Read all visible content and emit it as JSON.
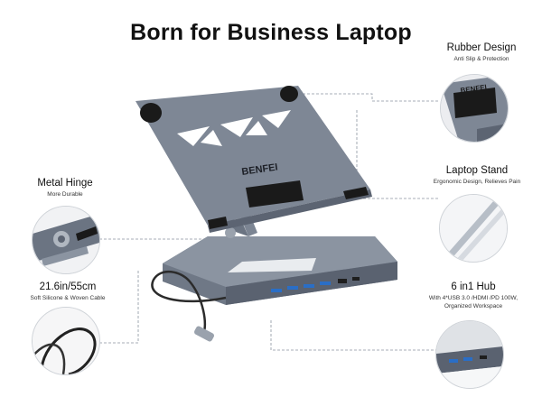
{
  "title": "Born for Business Laptop",
  "brand": "BENFEI",
  "features": {
    "rubber": {
      "heading": "Rubber Design",
      "sub": "Anti Slip & Protection",
      "brand": "BENFEI"
    },
    "metal_hinge": {
      "heading": "Metal Hinge",
      "sub": "More Durable"
    },
    "laptop_stand": {
      "heading": "Laptop Stand",
      "sub": "Ergonomic Design, Relieves Pain"
    },
    "cable": {
      "heading": "21.6in/55cm",
      "sub": "Soft Silicone & Woven Cable"
    },
    "hub": {
      "heading": "6 in1 Hub",
      "sub_line1": "With 4*USB 3.0 /HDMI /PD 100W,",
      "sub_line2": "Organized Workspace"
    }
  },
  "colors": {
    "aluminum": "#7e8795",
    "aluminum_dark": "#5c6472",
    "rubber": "#1a1a1a",
    "leader": "#8a93a0"
  }
}
